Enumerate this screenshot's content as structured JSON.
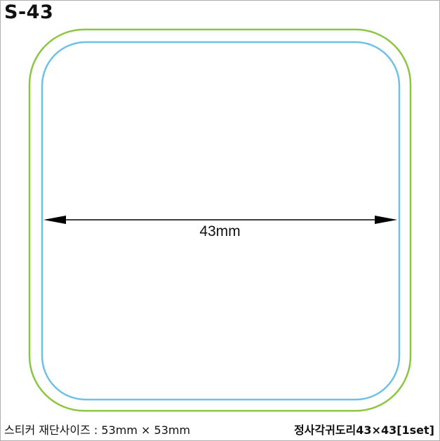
{
  "header": {
    "code": "S-43"
  },
  "diagram": {
    "dimension_label": "43mm",
    "outer_line_color": "#8cc63f",
    "inner_line_color": "#6ec1e4",
    "arrow_color": "#000000"
  },
  "footer": {
    "cut_size_text": "스티커 재단사이즈 : 53mm × 53mm",
    "product_name": "정사각귀도리43×43[1set]"
  }
}
